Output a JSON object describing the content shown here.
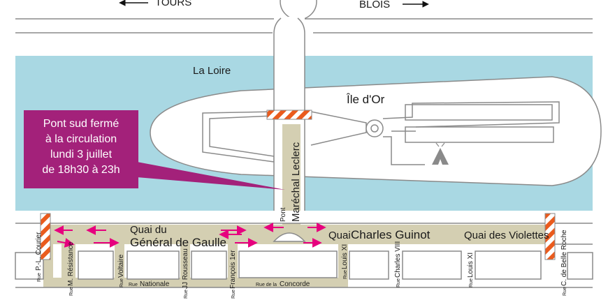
{
  "directions": {
    "left": "TOURS",
    "right": "BLOIS"
  },
  "water": {
    "river": "La Loire",
    "island": "Île d'Or"
  },
  "bridge": {
    "line1": "Pont",
    "line2": "Maréchal Leclerc"
  },
  "callout": {
    "lines": [
      "Pont sud fermé",
      "à la circulation",
      "lundi 3 juillet",
      "de 18h30 à 23h"
    ],
    "color": "#a3217a"
  },
  "quais": {
    "gaulle_line1": "Quai du",
    "gaulle_line2": "Général de Gaulle",
    "guinot_prefix": "Quai",
    "guinot_name": "Charles Guinot",
    "violettes": "Quai des Violettes"
  },
  "streets": {
    "courier": {
      "prefix": "Rue",
      "name": "P.-L. Courier"
    },
    "resistance": {
      "prefix": "Rue",
      "name": "M. Résistance"
    },
    "voltaire": {
      "prefix": "Rue",
      "name": "Voltaire"
    },
    "nationale": {
      "prefix": "Rue",
      "name": "Nationale"
    },
    "rousseau": {
      "prefix": "Rue",
      "name": "JJ Rousseau"
    },
    "francois": {
      "prefix": "Rue",
      "name": "François 1er"
    },
    "concorde": {
      "prefix": "Rue de la",
      "name": "Concorde"
    },
    "louis_xi_a": {
      "prefix": "Rue",
      "name": "Louis XI"
    },
    "charles_viii": {
      "prefix": "Rue",
      "name": "Charles VIII"
    },
    "louis_xi_b": {
      "prefix": "Rue",
      "name": "Louis XI"
    },
    "belle_roche": {
      "prefix": "Rue",
      "name": "C. de Belle Roche"
    }
  },
  "colors": {
    "river": "#a9d8e3",
    "route": "#d4cfb2",
    "arrows": "#e6007e",
    "barrier_stripe": "#ea5b1d",
    "road_outline": "#8a8a8a"
  },
  "icons": [
    "campsite-tent-icon",
    "roadblock-barrier-icon",
    "detour-arrow-icon",
    "direction-arrow-icon"
  ]
}
